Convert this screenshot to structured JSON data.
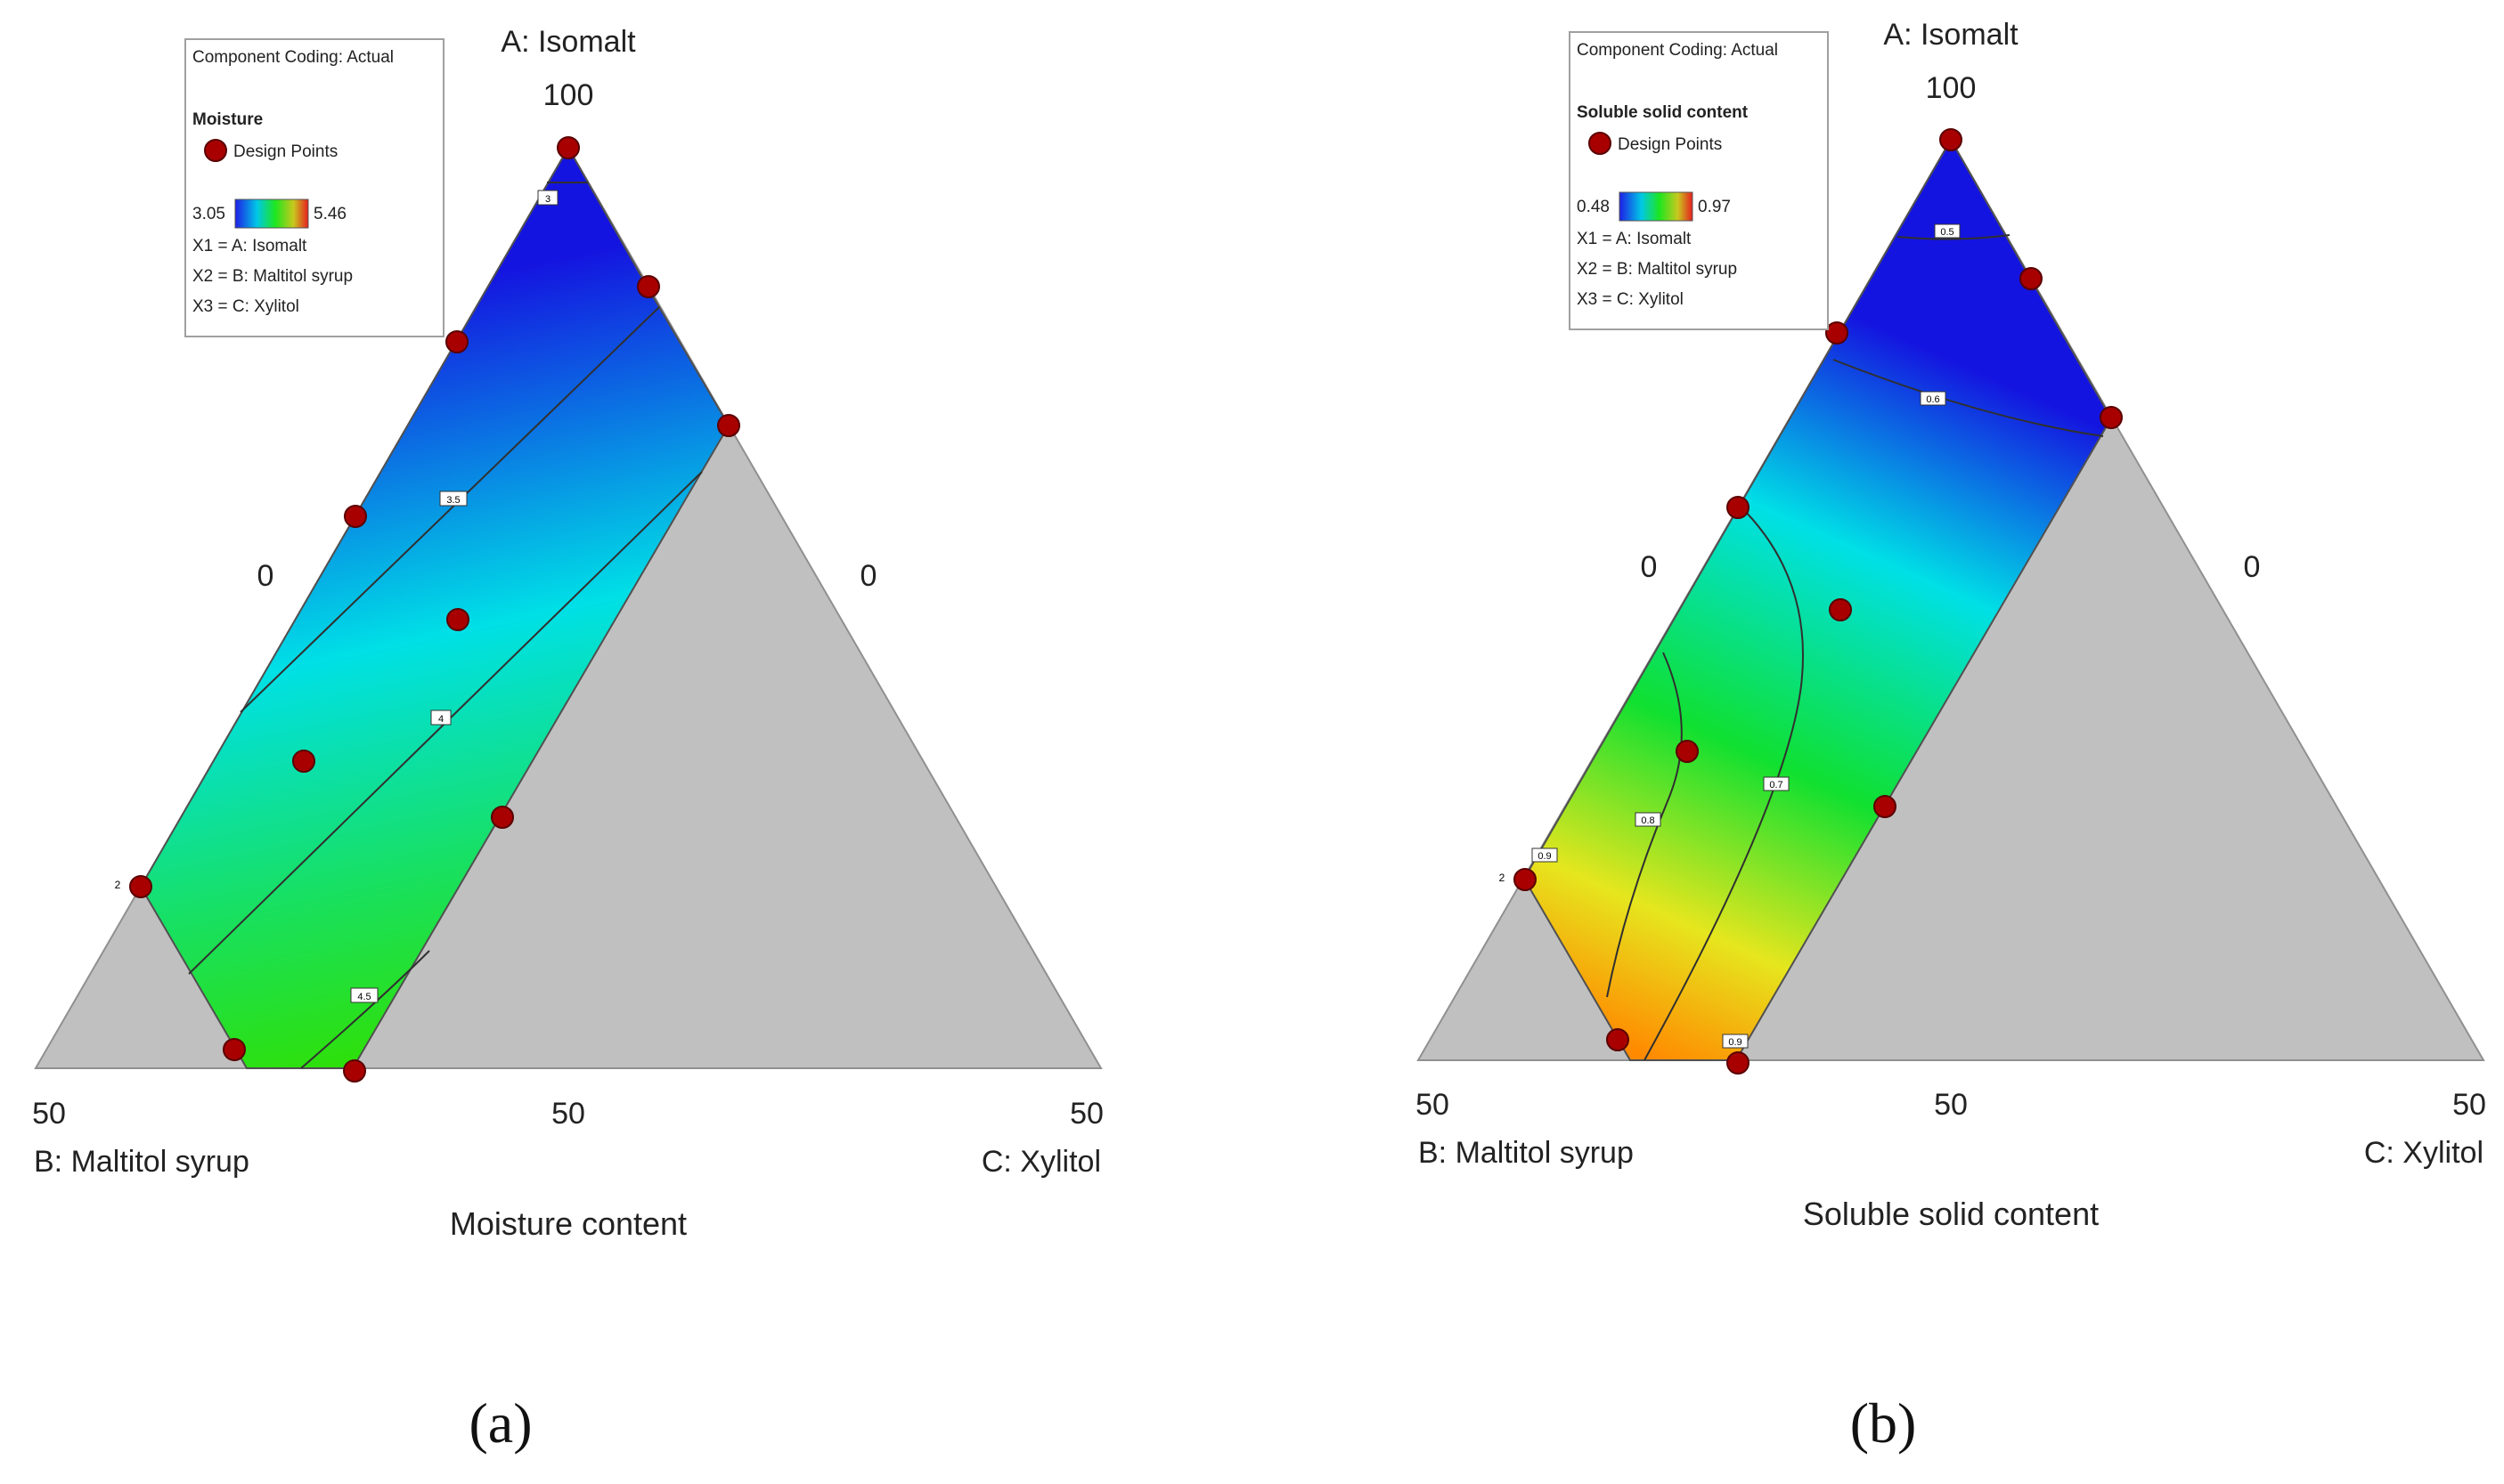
{
  "figure": {
    "panels": [
      {
        "id": "a",
        "caption": "(a)",
        "coding_label": "Component Coding: Actual",
        "response_name": "Moisture",
        "design_points_label": "Design Points",
        "scale_min": "3.05",
        "scale_max": "5.46",
        "components": [
          {
            "code": "X1 = A: Isomalt"
          },
          {
            "code": "X2 = B: Maltitol syrup"
          },
          {
            "code": "X3 = C: Xylitol"
          }
        ],
        "vertex_a": "A: Isomalt",
        "vertex_b": "B: Maltitol syrup",
        "vertex_c": "C: Xylitol",
        "tick_top": "100",
        "tick_left_mid": "0",
        "tick_right_mid": "0",
        "tick_bottom_left": "50",
        "tick_bottom_mid": "50",
        "tick_bottom_right": "50",
        "edge_marker": "2",
        "title": "Moisture content"
      },
      {
        "id": "b",
        "caption": "(b)",
        "coding_label": "Component Coding: Actual",
        "response_name": "Soluble solid content",
        "design_points_label": "Design Points",
        "scale_min": "0.48",
        "scale_max": "0.97",
        "components": [
          {
            "code": "X1 = A: Isomalt"
          },
          {
            "code": "X2 = B: Maltitol syrup"
          },
          {
            "code": "X3 = C: Xylitol"
          }
        ],
        "vertex_a": "A: Isomalt",
        "vertex_b": "B: Maltitol syrup",
        "vertex_c": "C: Xylitol",
        "tick_top": "100",
        "tick_left_mid": "0",
        "tick_right_mid": "0",
        "tick_bottom_left": "50",
        "tick_bottom_mid": "50",
        "tick_bottom_right": "50",
        "edge_marker": "2",
        "title": "Soluble solid content"
      }
    ]
  },
  "chart_data": [
    {
      "type": "ternary contour",
      "title": "Moisture content",
      "components": [
        "A: Isomalt",
        "B: Maltitol syrup",
        "C: Xylitol"
      ],
      "colorbar": {
        "min": 3.05,
        "max": 5.46,
        "colors": [
          "#1e1ee6",
          "#00d8e6",
          "#1ee61e",
          "#e6e61e",
          "#e61e1e"
        ]
      },
      "contour_labels": [
        "3",
        "3.5",
        "4",
        "4.5"
      ],
      "contour_values": [
        3,
        3.5,
        4,
        4.5
      ]
    },
    {
      "type": "ternary contour",
      "title": "Soluble solid content",
      "components": [
        "A: Isomalt",
        "B: Maltitol syrup",
        "C: Xylitol"
      ],
      "colorbar": {
        "min": 0.48,
        "max": 0.97,
        "colors": [
          "#1e1ee6",
          "#00d8e6",
          "#1ee61e",
          "#e6e61e",
          "#e61e1e"
        ]
      },
      "contour_labels": [
        "0.5",
        "0.6",
        "0.7",
        "0.8",
        "0.9",
        "0.9"
      ],
      "contour_values": [
        0.5,
        0.6,
        0.7,
        0.8,
        0.9,
        0.9
      ]
    }
  ]
}
